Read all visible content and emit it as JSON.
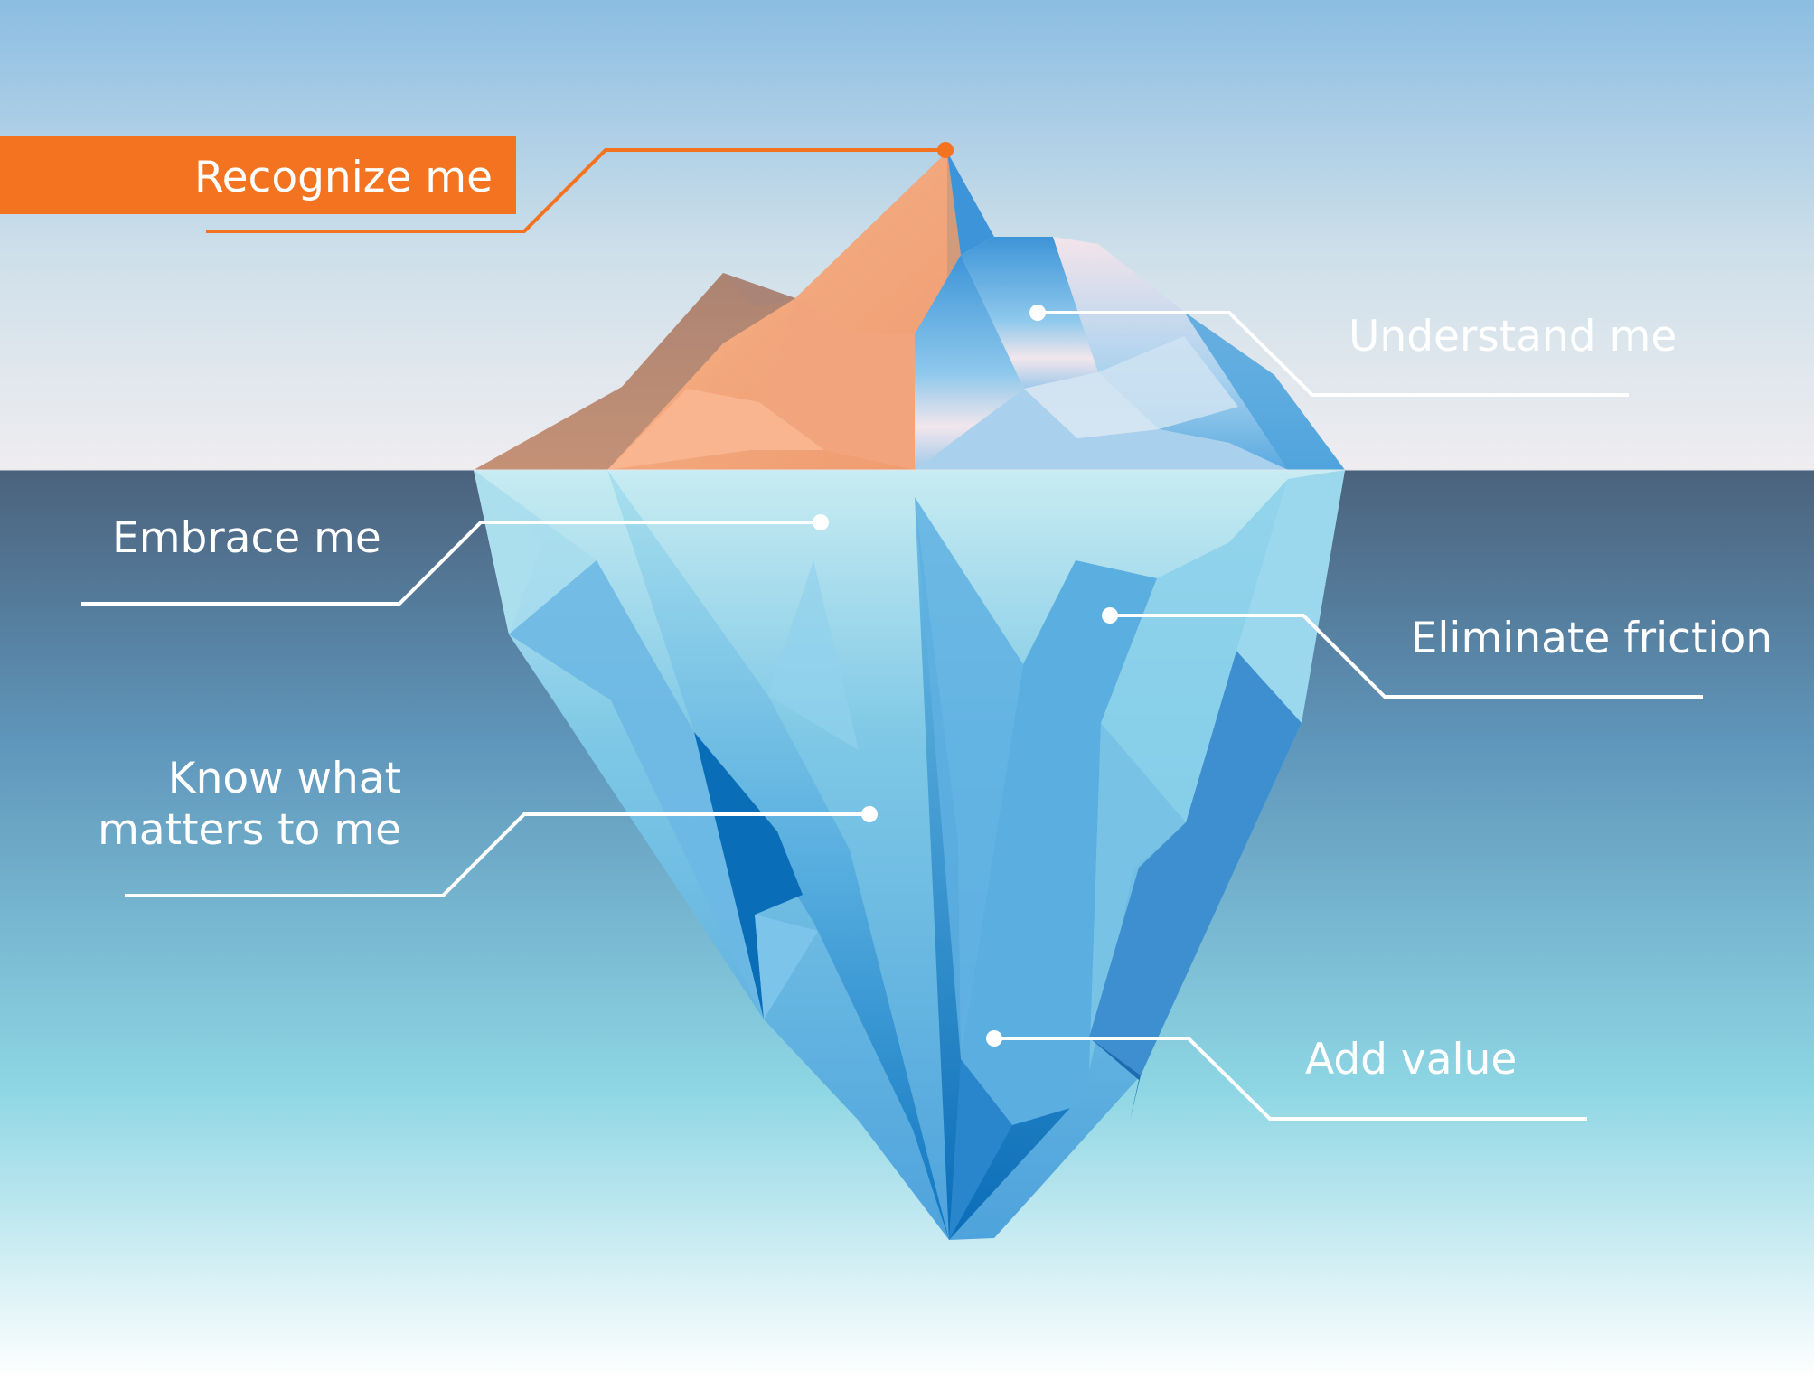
{
  "labels": {
    "recognize": "Recognize me",
    "understand": "Understand me",
    "embrace": "Embrace me",
    "eliminate": "Eliminate friction",
    "know_line1": "Know what",
    "know_line2": "matters to me",
    "add_value": "Add value"
  },
  "colors": {
    "accent_orange": "#f47321",
    "sky_top": "#8bbde2",
    "sky_bottom": "#efedf0",
    "water_top": "#4b627c",
    "water_mid": "#5f96bb",
    "water_low": "#8ed6e4",
    "water_bottom": "#ffffff",
    "label_text": "#ffffff",
    "callout_line": "#ffffff",
    "ice_peach": "#f5a87c",
    "ice_brown": "#a27d6e",
    "ice_blue": "#4ea3dc",
    "ice_deep": "#0a6db8"
  }
}
